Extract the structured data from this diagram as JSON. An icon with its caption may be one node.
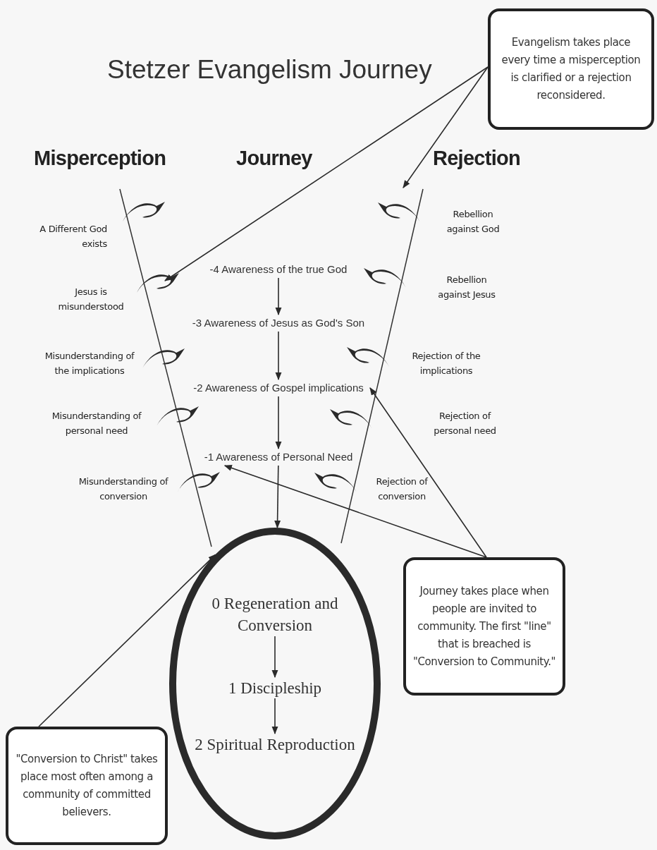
{
  "diagram": {
    "title": "Stetzer Evangelism Journey",
    "nodes": [
      {
        "text": [
          "Evangelism takes place every time a misperception is clarified or a rejection reconsidered."
        ]
      },
      {
        "text": [
          "-4 Awareness of the true God"
        ]
      },
      {
        "text": [
          "-3 Awareness of Jesus as God's Son"
        ]
      },
      {
        "text": [
          "-2 Awareness of Gospel implications"
        ]
      },
      {
        "text": [
          "-1 Awareness of Personal Need"
        ]
      },
      {
        "text": [],
        "shape": "circle"
      },
      {
        "text": [
          "0 Regeneration and Conversion"
        ],
        "in": 5
      },
      {
        "text": [
          "1 Discipleship"
        ],
        "in": 5
      },
      {
        "text": [
          "2 Spiritual Reproduction"
        ],
        "in": 5
      },
      {
        "text": [
          "Journey takes place when people are invited to community. The first \"line\" that is breached is \"Conversion to Community.\""
        ]
      },
      {
        "text": [
          "\"Conversion to Christ\" takes place most often among a community of committed believers."
        ]
      }
    ],
    "edges": [
      {
        "from": 1,
        "to": 2,
        "arrow": "to"
      },
      {
        "from": 2,
        "to": 3,
        "arrow": "to"
      },
      {
        "from": 3,
        "to": 4,
        "arrow": "to"
      },
      {
        "from": 4,
        "to": 5,
        "arrow": "to"
      },
      {
        "from": 6,
        "to": 7,
        "arrow": "to"
      },
      {
        "from": 7,
        "to": 8,
        "arrow": "to"
      },
      {
        "from": 0,
        "to": null,
        "arrow": "to"
      },
      {
        "from": 0,
        "to": null,
        "arrow": "to"
      },
      {
        "from": 9,
        "to": 4,
        "arrow": "to"
      },
      {
        "from": 9,
        "to": 3,
        "arrow": "to"
      },
      {
        "from": 10,
        "to": 5,
        "arrow": "to"
      }
    ],
    "labels": [
      "Misperception",
      "Journey",
      "Rejection",
      "A Different God exists",
      "Rebellion against God",
      "Jesus is misunderstood",
      "Rebellion against Jesus",
      "Misunderstanding of the implications",
      "Rejection of the implications",
      "Misunderstanding of personal need",
      "Rejection of personal need",
      "Misunderstanding of conversion",
      "Rejection of conversion"
    ]
  }
}
